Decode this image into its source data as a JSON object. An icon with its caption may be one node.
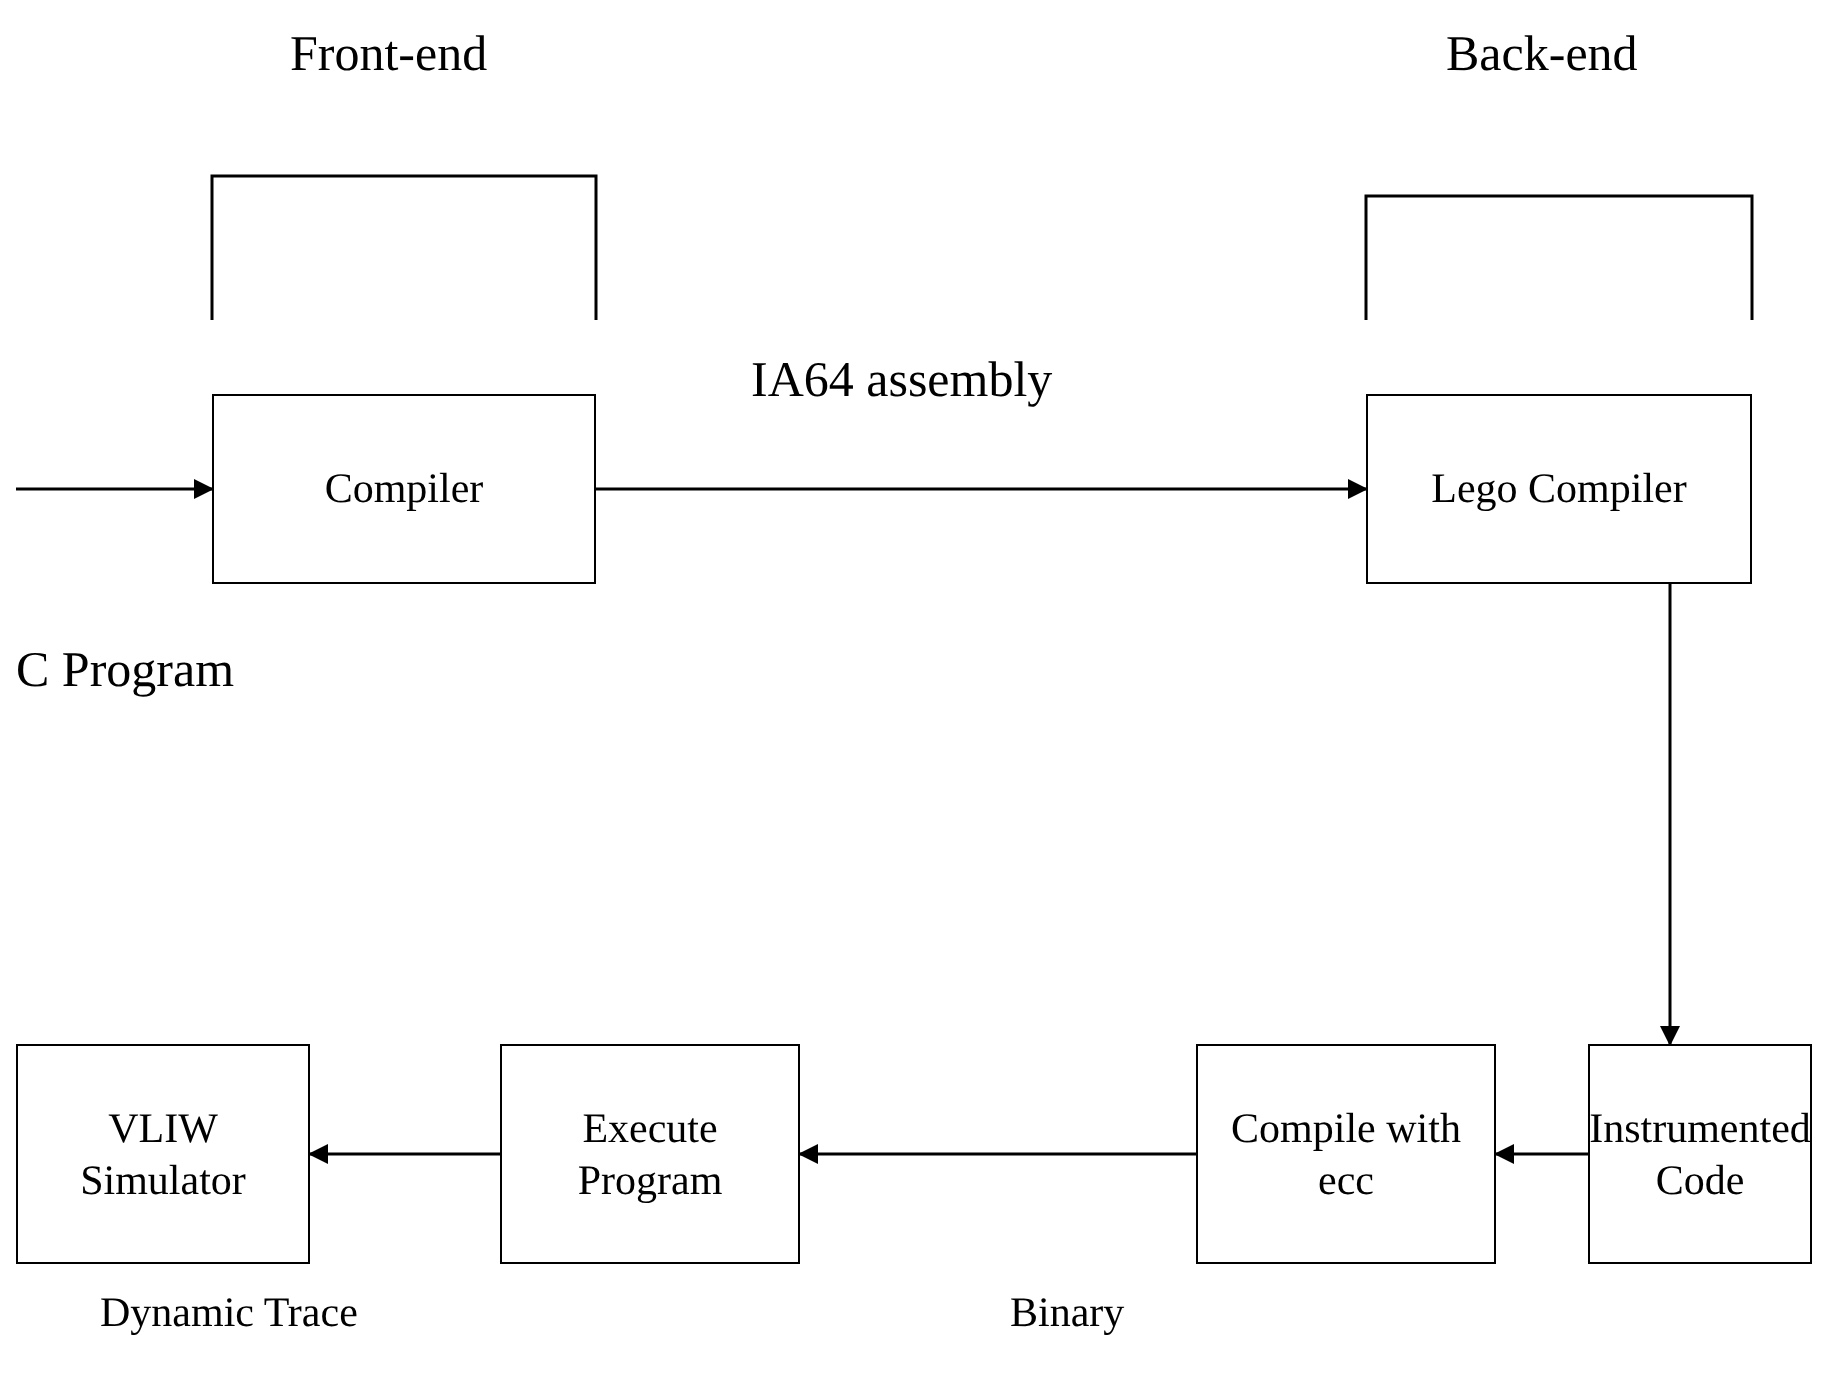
{
  "diagram": {
    "nodes": [
      {
        "text": [
          "Compiler"
        ]
      },
      {
        "text": [
          "Lego Compiler"
        ]
      },
      {
        "text": [
          "Instrumented Code"
        ]
      },
      {
        "text": [
          "Compile with ecc"
        ]
      },
      {
        "text": [
          "Execute Program"
        ]
      },
      {
        "text": [
          "VLIW Simulator"
        ]
      }
    ],
    "edges": [
      {
        "from": null,
        "to": 0,
        "arrow": "to"
      },
      {
        "from": 0,
        "to": 1,
        "arrow": "to",
        "label": "IA64 assembly"
      },
      {
        "from": 1,
        "to": 2,
        "arrow": "to"
      },
      {
        "from": 2,
        "to": 3,
        "arrow": "to"
      },
      {
        "from": 3,
        "to": 4,
        "arrow": "to"
      },
      {
        "from": 4,
        "to": 5,
        "arrow": "to"
      }
    ],
    "labels": [
      "Front-end",
      "Back-end",
      "C Program",
      "Dynamic Trace",
      "Binary"
    ]
  }
}
